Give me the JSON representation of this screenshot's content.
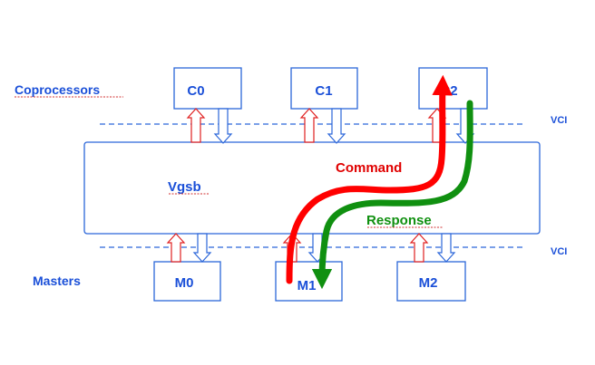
{
  "labels": {
    "coprocessors": "Coprocessors",
    "masters": "Masters",
    "bus": "Vgsb",
    "vci_top": "VCI",
    "vci_bottom": "VCI",
    "command": "Command",
    "response": "Response"
  },
  "coprocessors": [
    "C0",
    "C1",
    "C2"
  ],
  "masters": [
    "M0",
    "M1",
    "M2"
  ],
  "colors": {
    "blue": "#1a4fd8",
    "red": "#ff0000",
    "green": "#109010",
    "line": "#2b66d9"
  }
}
